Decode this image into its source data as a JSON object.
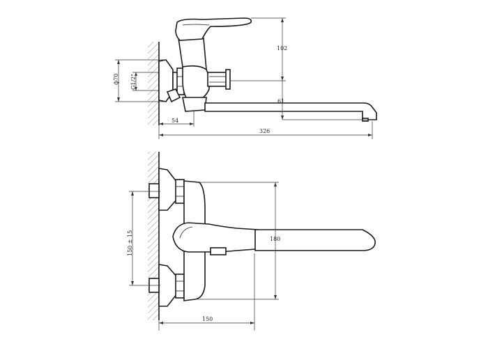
{
  "drawing": {
    "side_view": {
      "height_dim": "102",
      "diameter_dim": "ф70",
      "thread_dim": "G1/2\"",
      "spout_height_dim": "61",
      "wall_offset_dim": "54",
      "spout_length_dim": "326"
    },
    "top_view": {
      "center_distance_dim": "150 ± 15",
      "depth_dim": "180",
      "width_dim": "150"
    }
  }
}
